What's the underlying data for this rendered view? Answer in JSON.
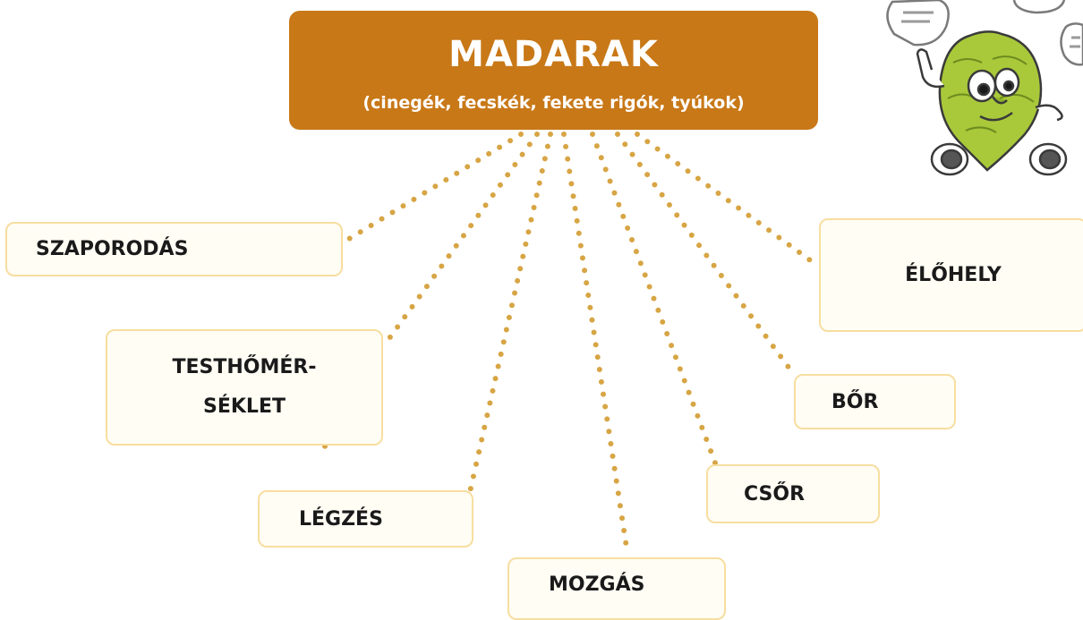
{
  "hub": {
    "title": "MADARAK",
    "subtitle": "(cinegék, fecskék, fekete rigók, tyúkok)"
  },
  "nodes": {
    "szaporodas": "SZAPORODÁS",
    "testhomerseklet_line1": "TESTHŐMÉR-",
    "testhomerseklet_line2": "SÉKLET",
    "legzes": "LÉGZÉS",
    "mozgas": "MOZGÁS",
    "csor": "CSŐR",
    "bor": "BŐR",
    "elohely": "ÉLŐHELY"
  },
  "colors": {
    "hub_fill": "#c87817",
    "connector_dots": "#d7a544",
    "node_fill": "#fffdf4",
    "node_border": "#f7dea0",
    "mascot_green": "#a9c93a"
  },
  "icons": {
    "mascot": "hop-cone-mascot"
  }
}
